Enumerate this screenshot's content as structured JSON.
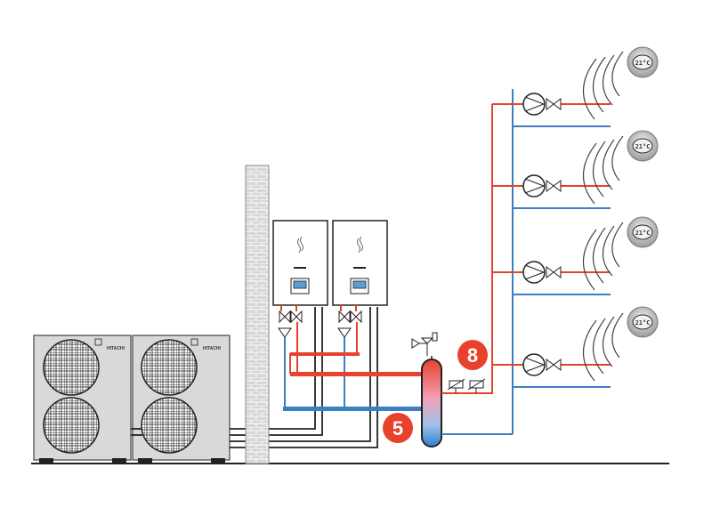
{
  "outdoor_units": [
    {
      "brand": "HITACHI"
    },
    {
      "brand": "HITACHI"
    }
  ],
  "thermostats": [
    {
      "reading": "21°C"
    },
    {
      "reading": "21°C"
    },
    {
      "reading": "21°C"
    },
    {
      "reading": "21°C"
    }
  ],
  "badges": {
    "hot_number": "8",
    "cold_number": "5"
  },
  "colors": {
    "hot": "#e8412c",
    "cold": "#3a7fc1",
    "badge": "#e8412c",
    "wall": "#d9d9d9"
  }
}
